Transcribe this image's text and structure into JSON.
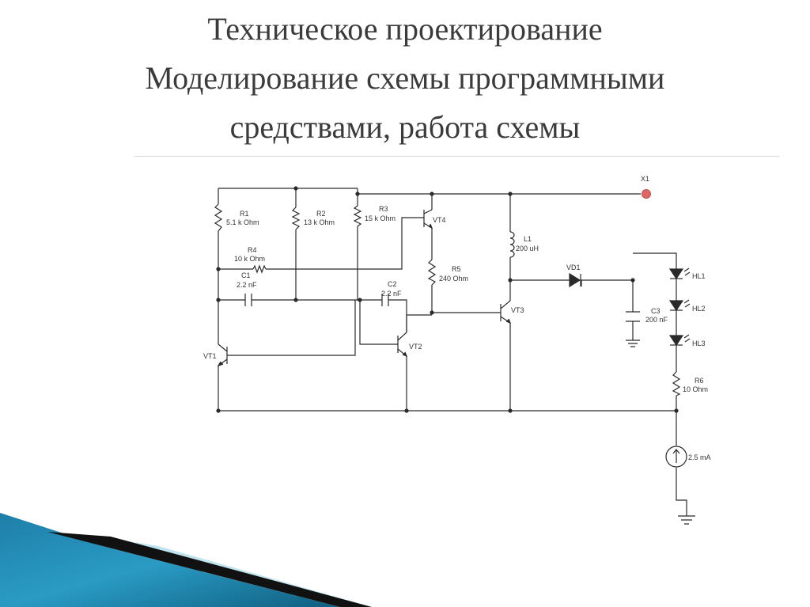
{
  "slide": {
    "title_lines": [
      "Техническое проектирование",
      "Моделирование схемы программными",
      "средствами, работа схемы"
    ]
  },
  "schematic": {
    "terminal": "X1",
    "components": {
      "R1": {
        "ref": "R1",
        "value": "5.1 k Ohm"
      },
      "R2": {
        "ref": "R2",
        "value": "13 k Ohm"
      },
      "R3": {
        "ref": "R3",
        "value": "15 k Ohm"
      },
      "R4": {
        "ref": "R4",
        "value": "10 k Ohm"
      },
      "R5": {
        "ref": "R5",
        "value": "240  Ohm"
      },
      "R6": {
        "ref": "R6",
        "value": "10  Ohm"
      },
      "C1": {
        "ref": "C1",
        "value": "2.2 nF"
      },
      "C2": {
        "ref": "C2",
        "value": "2.2 nF"
      },
      "C3": {
        "ref": "C3",
        "value": "200 nF"
      },
      "L1": {
        "ref": "L1",
        "value": "200 uH"
      },
      "VD1": {
        "ref": "VD1"
      },
      "VT1": {
        "ref": "VT1"
      },
      "VT2": {
        "ref": "VT2"
      },
      "VT3": {
        "ref": "VT3"
      },
      "VT4": {
        "ref": "VT4"
      },
      "HL1": {
        "ref": "HL1"
      },
      "HL2": {
        "ref": "HL2"
      },
      "HL3": {
        "ref": "HL3"
      },
      "I1": {
        "value": "2.5 mA"
      }
    }
  },
  "colors": {
    "title": "#3b3b3b",
    "wire": "#2a2a2a",
    "terminal": "#e06666",
    "accent_blue": "#1e7fa8",
    "accent_black": "#111111"
  }
}
